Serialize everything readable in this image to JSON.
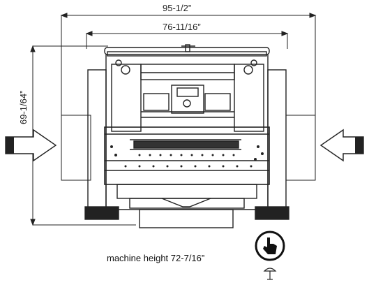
{
  "dimensions": {
    "overall_width": "95-1/2”",
    "frame_width": "76-11/16”",
    "depth": "69-1/64”"
  },
  "caption": "machine height 72-7/16”",
  "icons": {
    "left_arrow": "arrow-right-icon",
    "right_arrow": "arrow-left-icon",
    "touch": "hand-pointer-icon",
    "emergency_stop": "mushroom-button-icon"
  }
}
